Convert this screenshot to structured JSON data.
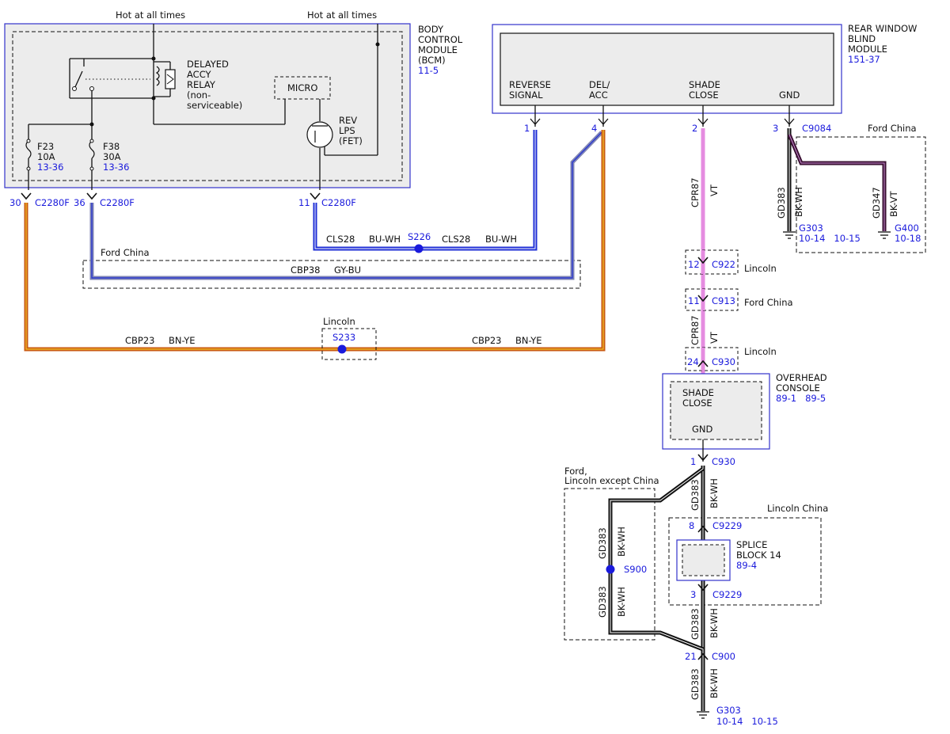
{
  "colors": {
    "module_fill": "#ececec",
    "module_border_blue": "#3333cc",
    "ref_blue": "#1a1adc",
    "wire_bu_wh": "#1f2fd6",
    "wire_gy_bu": "#7f84b4",
    "wire_bn_ye": "#c95a12",
    "wire_vt": "#e58ce0",
    "wire_bk_wh": "#111111",
    "wire_bk_vt": "#3a1032",
    "splice_dot": "#1a1adc"
  },
  "power": {
    "left": "Hot at all times",
    "right": "Hot at all times"
  },
  "bcm": {
    "name_lines": [
      "BODY",
      "CONTROL",
      "MODULE",
      "(BCM)"
    ],
    "ref": "11-5",
    "relay_lines": [
      "DELAYED",
      "ACCY",
      "RELAY",
      "(non-",
      "serviceable)"
    ],
    "micro": "MICRO",
    "fet_lines": [
      "REV",
      "LPS",
      "(FET)"
    ],
    "fuse_f23": {
      "name": "F23",
      "rating": "10A",
      "ref": "13-36"
    },
    "fuse_f38": {
      "name": "F38",
      "rating": "30A",
      "ref": "13-36"
    }
  },
  "bcm_pins": [
    {
      "pin": "30",
      "connector": "C2280F"
    },
    {
      "pin": "36",
      "connector": "C2280F"
    },
    {
      "pin": "11",
      "connector": "C2280F"
    }
  ],
  "rwbm": {
    "name_lines": [
      "REAR WINDOW",
      "BLIND",
      "MODULE"
    ],
    "ref": "151-37",
    "inputs": [
      {
        "lines": [
          "REVERSE",
          "SIGNAL"
        ],
        "pin": "1"
      },
      {
        "lines": [
          "DEL/",
          "ACC"
        ],
        "pin": "4"
      },
      {
        "lines": [
          "SHADE",
          "CLOSE"
        ],
        "pin": "2"
      },
      {
        "lines": [
          "GND"
        ],
        "pin": "3"
      }
    ],
    "connector": "C9084"
  },
  "wires": {
    "cls28_left": {
      "circuit": "CLS28",
      "color": "BU-WH"
    },
    "cls28_right": {
      "circuit": "CLS28",
      "color": "BU-WH"
    },
    "splice_s226": "S226",
    "cbp38": {
      "circuit": "CBP38",
      "color": "GY-BU"
    },
    "ford_china_1": "Ford China",
    "cbp23_left": {
      "circuit": "CBP23",
      "color": "BN-YE"
    },
    "cbp23_right": {
      "circuit": "CBP23",
      "color": "BN-YE"
    },
    "lincoln_s233_label": "Lincoln",
    "splice_s233": "S233",
    "cpr87_upper": {
      "circuit": "CPR87",
      "color": "VT"
    },
    "cpr87_lower": {
      "circuit": "CPR87",
      "color": "VT"
    },
    "gd383_rwbm": {
      "circuit": "GD383",
      "color": "BK-WH"
    },
    "gd347": {
      "circuit": "GD347",
      "color": "BK-VT"
    },
    "ford_china_2": "Ford China"
  },
  "grounds": {
    "g303_top": {
      "name": "G303",
      "refs": "10-14   10-15"
    },
    "g400": {
      "name": "G400",
      "refs": "10-18"
    },
    "g303_bottom": {
      "name": "G303",
      "refs": "10-14   10-15"
    }
  },
  "inline_connectors": [
    {
      "pin": "12",
      "name": "C922",
      "note": "Lincoln"
    },
    {
      "pin": "11",
      "name": "C913",
      "note": "Ford China"
    },
    {
      "pin": "24",
      "name": "C930",
      "note": "Lincoln"
    }
  ],
  "overhead_console": {
    "name_lines": [
      "OVERHEAD",
      "CONSOLE"
    ],
    "refs": "89-1   89-5",
    "input_lines": [
      "SHADE",
      "CLOSE"
    ],
    "gnd": "GND",
    "out_pin": "1",
    "out_connector": "C930"
  },
  "lower": {
    "ford_except_lines": [
      "Ford,",
      "Lincoln except China"
    ],
    "lincoln_china": "Lincoln China",
    "splice_s900": "S900",
    "splice_block_lines": [
      "SPLICE",
      "BLOCK 14"
    ],
    "splice_block_ref": "89-4",
    "c9229_top": {
      "pin": "8",
      "name": "C9229"
    },
    "c9229_bottom": {
      "pin": "3",
      "name": "C9229"
    },
    "c900": {
      "pin": "21",
      "name": "C900"
    },
    "gd383": {
      "circuit": "GD383",
      "color": "BK-WH"
    }
  }
}
